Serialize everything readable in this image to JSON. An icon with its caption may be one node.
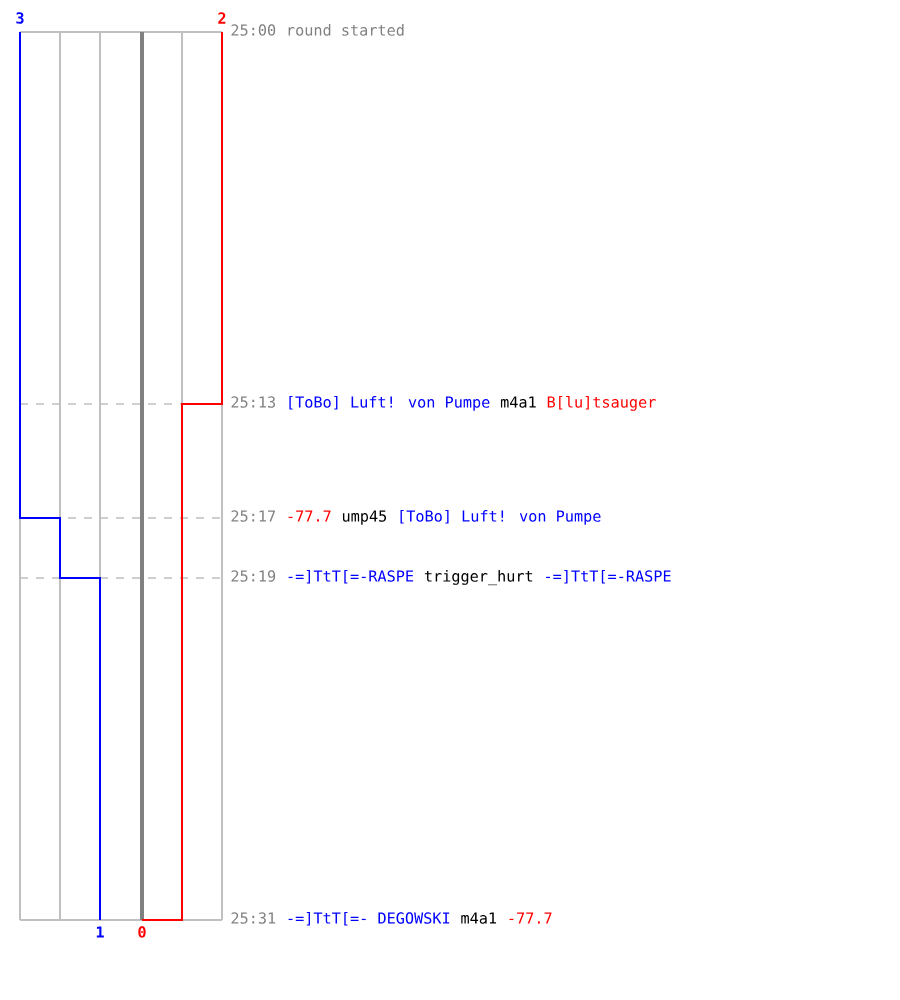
{
  "diagram": {
    "labels": [
      "3",
      "2",
      "25:00",
      "round started",
      "25:13",
      "[ToBo] Luft! von Pumpe",
      "m4a1",
      "B[lu]tsauger",
      "25:17",
      "-77.7",
      "ump45",
      "[ToBo] Luft! von Pumpe",
      "25:19",
      "-=]TtT[=-RASPE",
      "trigger_hurt",
      "-=]TtT[=-RASPE",
      "25:31",
      "-=]TtT[=- DEGOWSKI",
      "m4a1",
      "-77.7",
      "1",
      "0"
    ]
  }
}
